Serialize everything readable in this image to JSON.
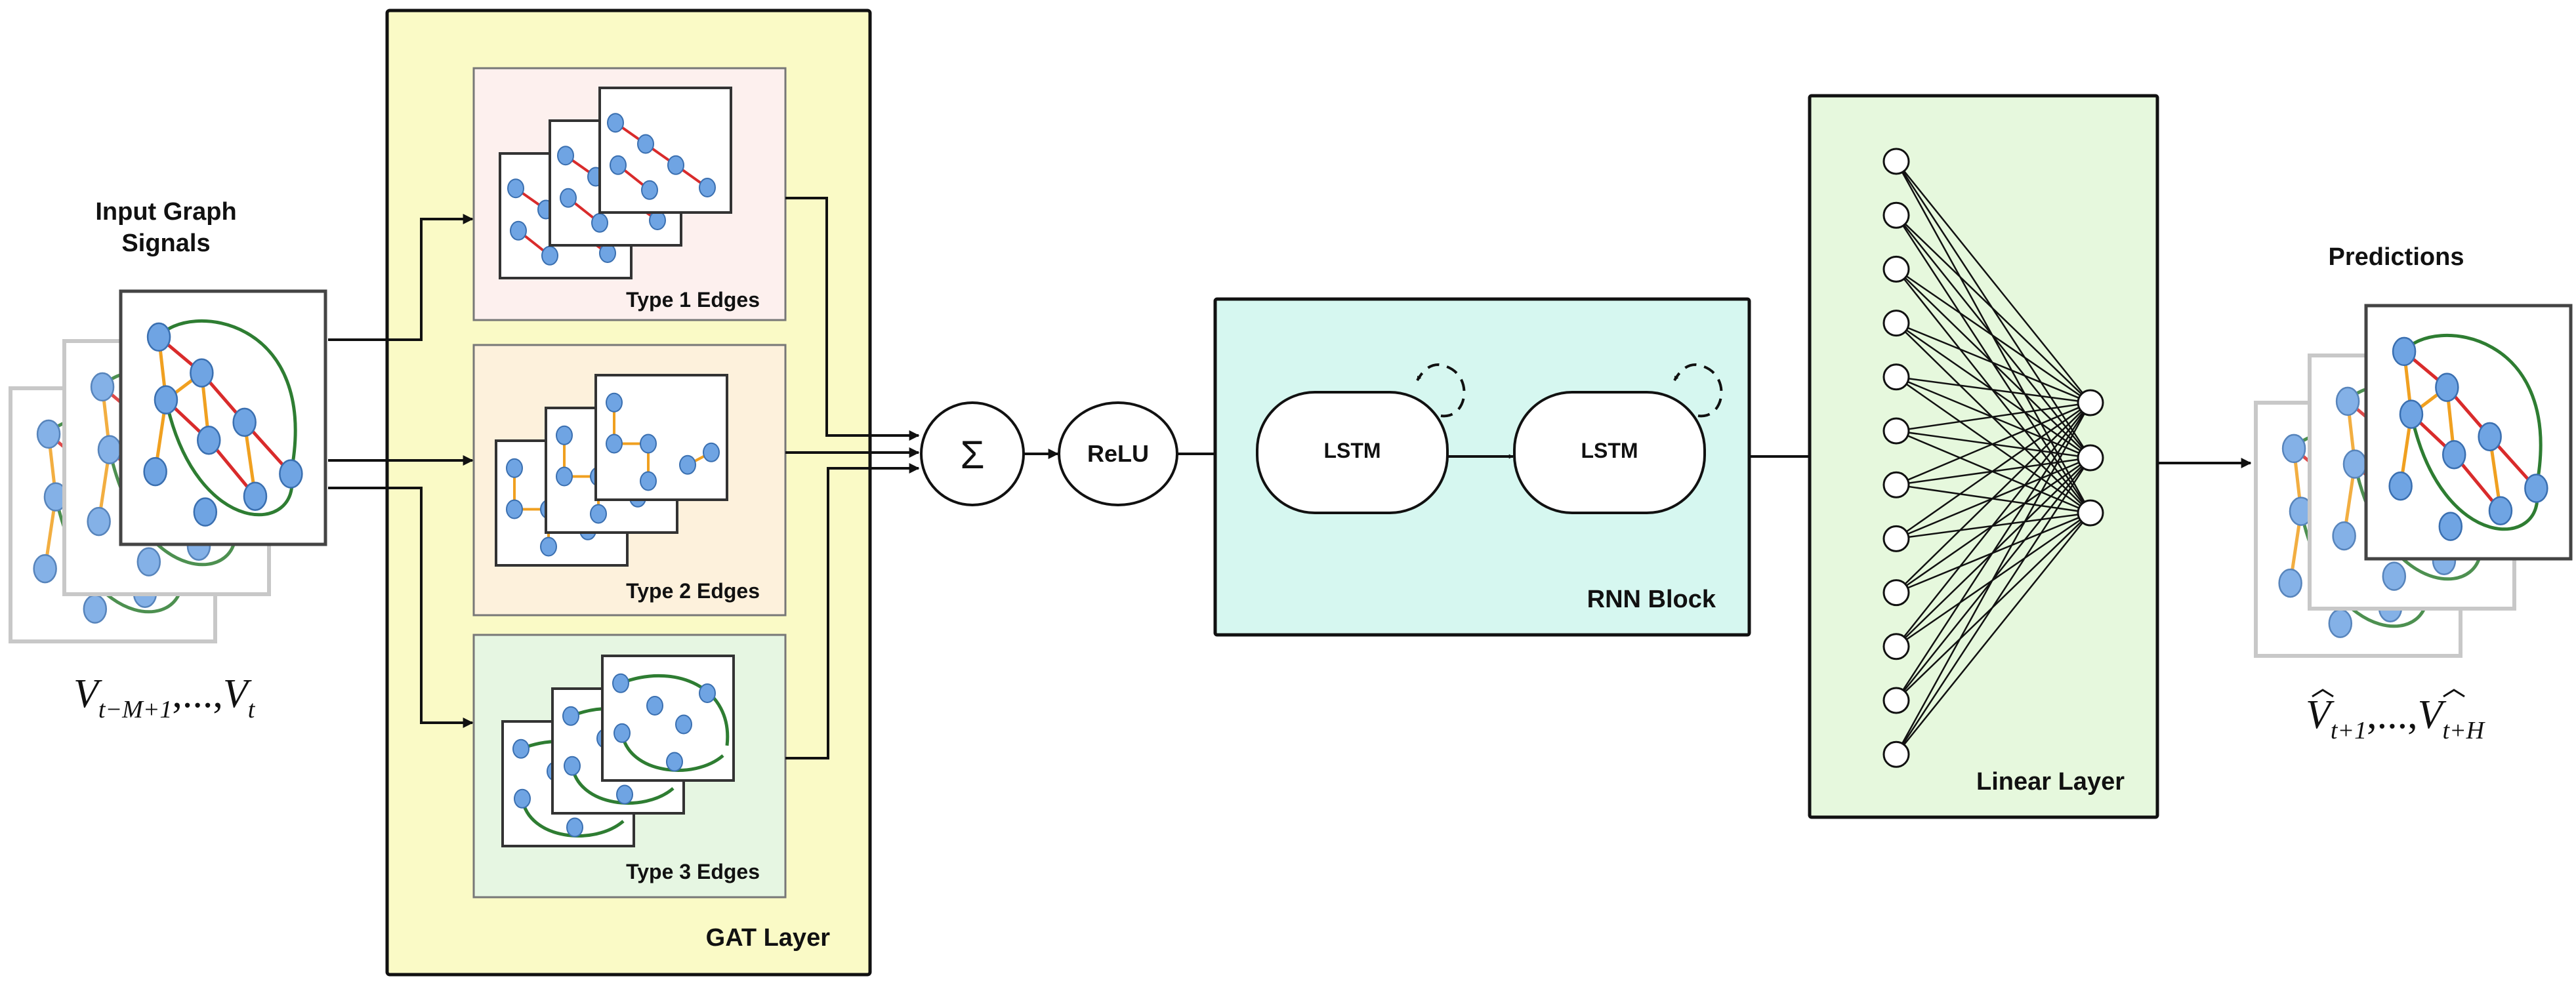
{
  "input": {
    "title_line1": "Input Graph",
    "title_line2": "Signals",
    "formula": {
      "v": "V",
      "sub1": "t−M+1",
      "sep": ",...,",
      "v2": "V",
      "sub2": "t"
    }
  },
  "gat": {
    "label": "GAT Layer",
    "edges": [
      {
        "label": "Type 1 Edges",
        "color": "#d92b2b"
      },
      {
        "label": "Type 2 Edges",
        "color": "#f0a020"
      },
      {
        "label": "Type 3 Edges",
        "color": "#2e7d32"
      }
    ]
  },
  "sum": {
    "symbol": "Σ"
  },
  "relu": {
    "label": "ReLU"
  },
  "rnn": {
    "label": "RNN Block",
    "cells": [
      "LSTM",
      "LSTM"
    ]
  },
  "linear": {
    "label": "Linear Layer",
    "input_nodes": 12,
    "output_nodes": 3
  },
  "output": {
    "title": "Predictions",
    "formula": {
      "v": "V",
      "sub1": "t+1",
      "sep": ",...,",
      "v2": "V",
      "sub2": "t+H"
    }
  },
  "colors": {
    "gat_bg": "#fafac6",
    "type1_bg": "#fdf0ee",
    "type2_bg": "#fdf1dc",
    "type3_bg": "#e6f6e2",
    "rnn_bg": "#d6f7f0",
    "linear_bg": "#e6f8dd",
    "node_fill": "#6fa4e3",
    "node_stroke": "#3a6fb0"
  }
}
